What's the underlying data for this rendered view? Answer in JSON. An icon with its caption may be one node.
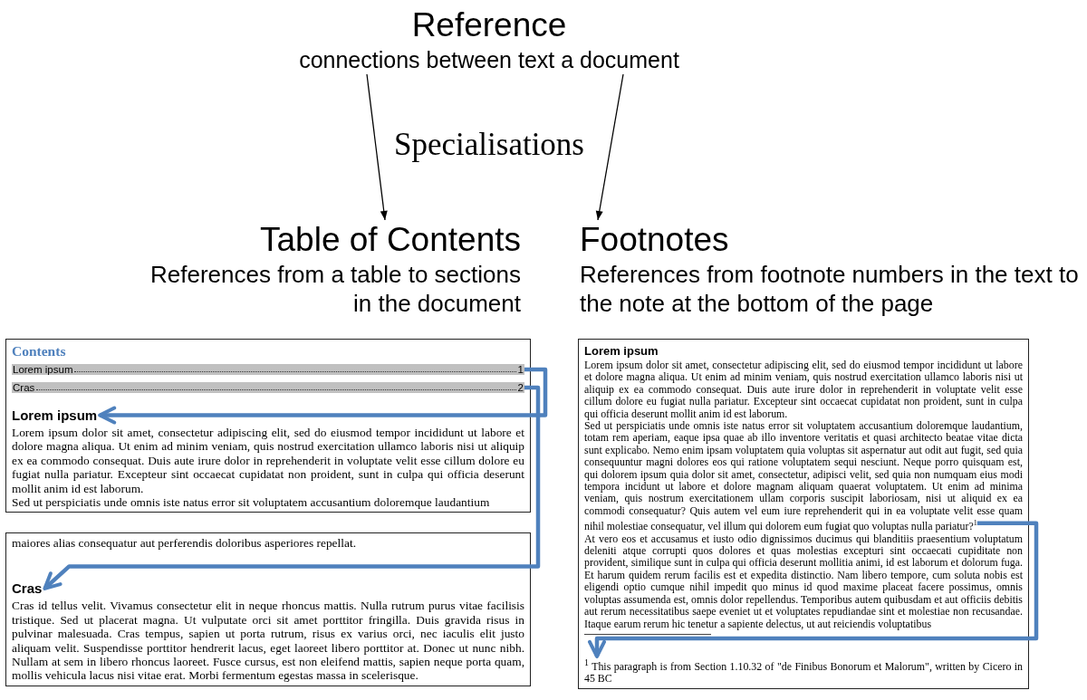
{
  "diagram": {
    "nodes": [
      {
        "text": [
          "Reference",
          "connections between text a document"
        ]
      },
      {
        "text": [
          "Table of Contents",
          "References from a table to sections in the document"
        ]
      },
      {
        "text": [
          "Footnotes",
          "References from footnote numbers in the text to the note at the bottom of the page"
        ]
      },
      {
        "text": [
          "Contents",
          "Lorem ipsum dolor sit amet, consectetur adipiscing elit, sed do eiusmod tempor incididunt ut labore et dolore magna aliqua. Ut enim ad minim veniam, quis nostrud exercitation ullamco laboris nisi ut aliquip ex ea commodo consequat. Duis aute irure dolor in reprehenderit in voluptate velit esse cillum dolore eu fugiat nulla pariatur. Excepteur sint occaecat cupidatat non proident, sunt in culpa qui officia deserunt mollit anim id est laborum.",
          "Sed ut perspiciatis unde omnis iste natus error sit voluptatem accusantium doloremque laudantium"
        ]
      },
      {
        "text": [
          "Lorem ipsum",
          "1"
        ],
        "in": 3
      },
      {
        "text": [
          "Cras",
          "2"
        ],
        "in": 3
      },
      {
        "text": [
          "Lorem ipsum"
        ],
        "in": 3
      },
      {
        "text": [
          "maiores alias consequatur aut perferendis doloribus asperiores repellat.",
          "Cras id tellus velit. Vivamus consectetur elit in neque rhoncus mattis. Nulla rutrum purus vitae facilisis tristique. Sed ut placerat magna. Ut vulputate orci sit amet porttitor fringilla. Duis gravida risus in pulvinar malesuada. Cras tempus, sapien ut porta rutrum, risus ex varius orci, nec iaculis elit justo aliquam velit. Suspendisse porttitor hendrerit lacus, eget laoreet libero porttitor at. Donec ut nunc nibh. Nullam at sem in libero rhoncus laoreet. Fusce cursus, est non eleifend mattis, sapien neque porta quam, mollis vehicula lacus nisi vitae erat. Morbi fermentum egestas massa in scelerisque."
        ]
      },
      {
        "text": [
          "Cras"
        ],
        "in": 7
      },
      {
        "text": [
          "Lorem ipsum",
          "Lorem ipsum dolor sit amet, consectetur adipiscing elit, sed do eiusmod tempor incididunt ut labore et dolore magna aliqua. Ut enim ad minim veniam, quis nostrud exercitation ullamco laboris nisi ut aliquip ex ea commodo consequat. Duis aute irure dolor in reprehenderit in voluptate velit esse cillum dolore eu fugiat nulla pariatur. Excepteur sint occaecat cupidatat non proident, sunt in culpa qui officia deserunt mollit anim id est laborum.",
          "Sed ut perspiciatis unde omnis iste natus error sit voluptatem accusantium doloremque laudantium, totam rem aperiam, eaque ipsa quae ab illo inventore veritatis et quasi architecto beatae vitae dicta sunt explicabo. Nemo enim ipsam voluptatem quia voluptas sit aspernatur aut odit aut fugit, sed quia consequuntur magni dolores eos qui ratione voluptatem sequi nesciunt. Neque porro quisquam est, qui dolorem ipsum quia dolor sit amet, consectetur, adipisci velit, sed quia non numquam eius modi tempora incidunt ut labore et dolore magnam aliquam quaerat voluptatem. Ut enim ad minima veniam, quis nostrum exercitationem ullam corporis suscipit laboriosam, nisi ut aliquid ex ea commodi consequatur? Quis autem vel eum iure reprehenderit qui in ea voluptate velit esse quam nihil molestiae consequatur, vel illum qui dolorem eum fugiat quo voluptas nulla pariatur?",
          "At vero eos et accusamus et iusto odio dignissimos ducimus qui blanditiis praesentium voluptatum deleniti atque corrupti quos dolores et quas molestias excepturi sint occaecati cupiditate non provident, similique sunt in culpa qui officia deserunt mollitia animi, id est laborum et dolorum fuga. Et harum quidem rerum facilis est et expedita distinctio. Nam libero tempore, cum soluta nobis est eligendi optio cumque nihil impedit quo minus id quod maxime placeat facere possimus, omnis voluptas assumenda est, omnis dolor repellendus. Temporibus autem quibusdam et aut officiis debitis aut rerum necessitatibus saepe eveniet ut et voluptates repudiandae sint et molestiae non recusandae. Itaque earum rerum hic tenetur a sapiente delectus, ut aut reiciendis voluptatibus"
        ]
      },
      {
        "text": [
          "1"
        ],
        "in": 9
      },
      {
        "text": [
          "$^{1}$ This paragraph is from Section 1.10.32 of \"de Finibus Bonorum et Malorum\", written by Cicero in 45 BC"
        ],
        "in": 9
      }
    ],
    "edges": [
      {
        "from": 0,
        "to": 1,
        "arrow": "to",
        "color": "#000000"
      },
      {
        "from": 0,
        "to": 2,
        "arrow": "to",
        "color": "#000000"
      },
      {
        "from": 4,
        "to": 6,
        "arrow": "to",
        "color": "#4f81bd"
      },
      {
        "from": 5,
        "to": 8,
        "arrow": "to",
        "color": "#4f81bd"
      },
      {
        "from": 10,
        "to": 11,
        "arrow": "to",
        "color": "#4f81bd"
      }
    ],
    "labels": [
      "Specialisations"
    ]
  }
}
